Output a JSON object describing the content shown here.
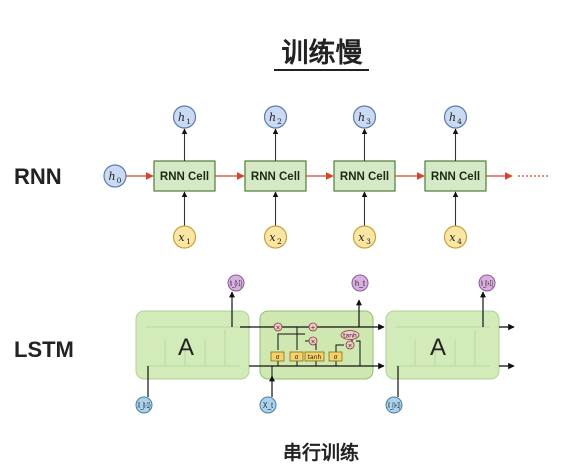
{
  "title": "训练慢",
  "caption": "串行训练",
  "rnn": {
    "label": "RNN",
    "initial_state": {
      "base": "h",
      "sub": "0"
    },
    "cell_label": "RNN Cell",
    "cells": [
      {
        "h": {
          "base": "h",
          "sub": "1"
        },
        "x": {
          "base": "x",
          "sub": "1"
        }
      },
      {
        "h": {
          "base": "h",
          "sub": "2"
        },
        "x": {
          "base": "x",
          "sub": "2"
        }
      },
      {
        "h": {
          "base": "h",
          "sub": "3"
        },
        "x": {
          "base": "x",
          "sub": "3"
        }
      },
      {
        "h": {
          "base": "h",
          "sub": "4"
        },
        "x": {
          "base": "x",
          "sub": "4"
        }
      }
    ]
  },
  "lstm": {
    "label": "LSTM",
    "block_label": "A",
    "outputs": [
      "h_{t-1}",
      "h_t",
      "h_{t+1}"
    ],
    "inputs": [
      "X_{t-1}",
      "X_t",
      "X_{t+1}"
    ],
    "gates": [
      "σ",
      "σ",
      "tanh",
      "σ"
    ],
    "ops": [
      "×",
      "+",
      "×",
      "×"
    ],
    "tanh_label": "tanh"
  },
  "colors": {
    "arrow_red": "#d9442b",
    "cell_fill": "#d6e9c6",
    "cell_stroke": "#4f7d3a",
    "h_fill": "#c9daf2",
    "h_stroke": "#5a7bb0",
    "x_fill": "#fbe6a3",
    "x_stroke": "#c9a23c",
    "lstm_block": "#cfe8b2",
    "lstm_out": "#d8b0e0",
    "lstm_in": "#a9d2ec"
  }
}
